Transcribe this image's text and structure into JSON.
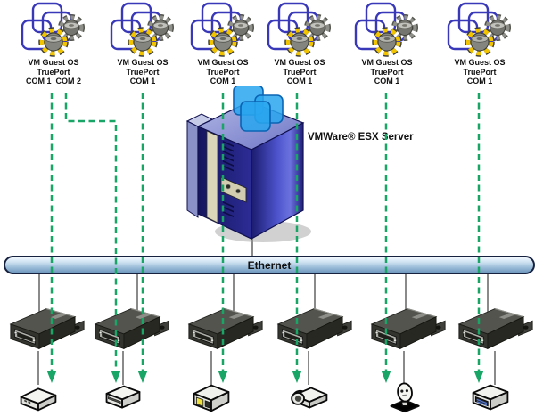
{
  "vm_groups": [
    {
      "lines": [
        "VM Guest OS",
        "TruePort",
        "COM 1  COM 2"
      ]
    },
    {
      "lines": [
        "VM Guest OS",
        "TruePort",
        "COM 1"
      ]
    },
    {
      "lines": [
        "VM Guest OS",
        "TruePort",
        "COM 1"
      ]
    },
    {
      "lines": [
        "VM Guest OS",
        "TruePort",
        "COM 1"
      ]
    },
    {
      "lines": [
        "VM Guest OS",
        "TruePort",
        "COM 1"
      ]
    },
    {
      "lines": [
        "VM Guest OS",
        "TruePort",
        "COM 1"
      ]
    }
  ],
  "server": {
    "label": "VMWare® ESX Server"
  },
  "ethernet": {
    "label": "Ethernet"
  },
  "icons": {
    "vm": "vm-guest-gears-icon",
    "server": "esx-server-tower-icon",
    "device_server": "serial-device-server-icon",
    "devices": [
      "terminal-icon",
      "modem-icon",
      "card-reader-icon",
      "printer-roll-icon",
      "camera-icon",
      "storage-drive-icon"
    ]
  },
  "colors": {
    "trueport_connection_green": "#18a565",
    "cable_line_gray": "#4a4a4a",
    "ethernet_border_navy": "#16213f",
    "server_blue": "#23237e",
    "vm_square_blue": "#3838b8",
    "gear_yellow": "#f2c400",
    "cyan_square": "#29a6ee"
  }
}
